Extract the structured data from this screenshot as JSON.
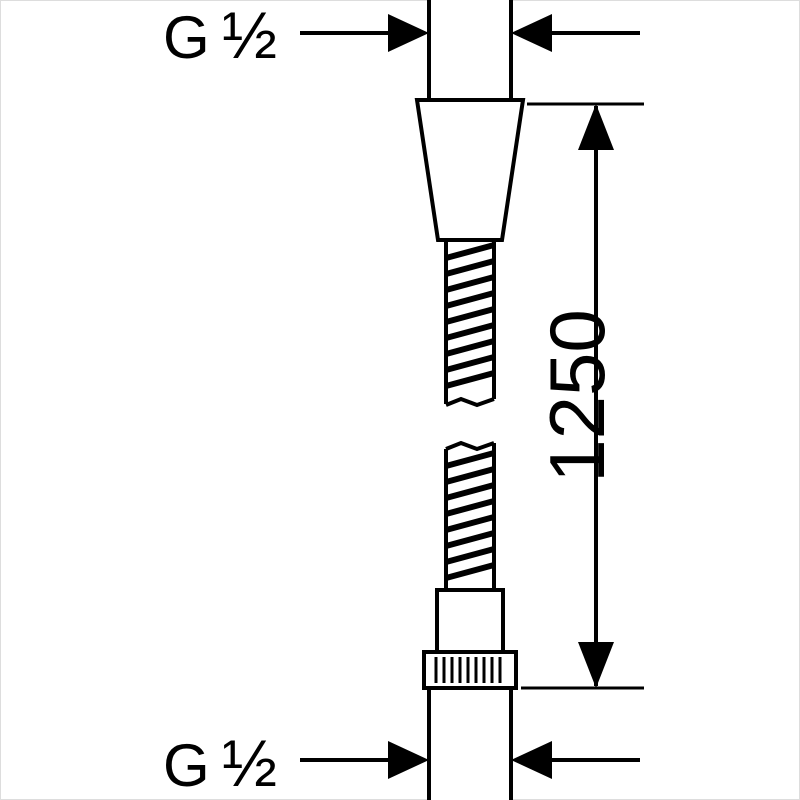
{
  "diagram": {
    "top_thread": {
      "letter": "G",
      "fraction": "½"
    },
    "bottom_thread": {
      "letter": "G",
      "fraction": "½"
    },
    "length_dimension": "1250",
    "colors": {
      "ink": "#000000",
      "paper": "#ffffff",
      "border": "#dddddd"
    }
  }
}
